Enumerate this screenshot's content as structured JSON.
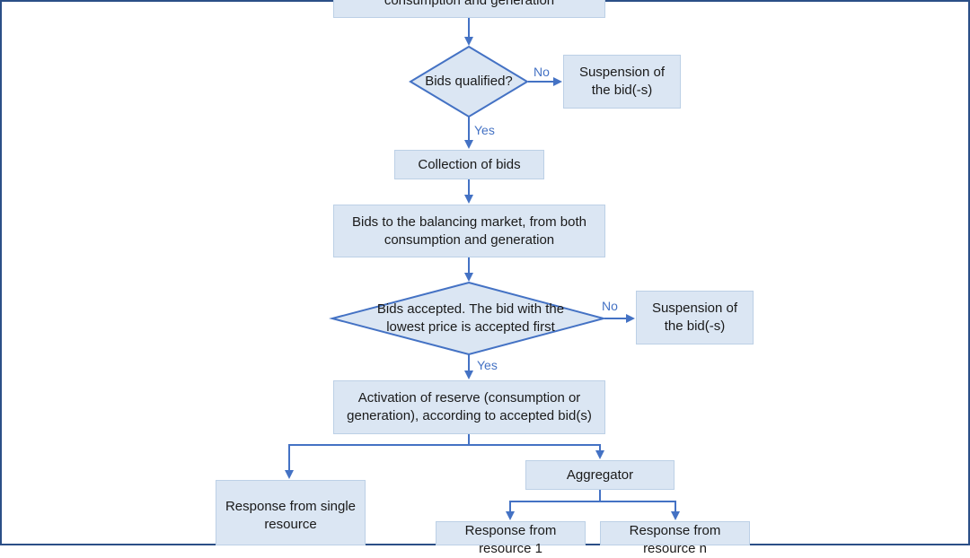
{
  "flowchart": {
    "top_box": "consumption and generation",
    "decision_qualified": "Bids qualified?",
    "no_label_1": "No",
    "suspension_1": "Suspension of the bid(-s)",
    "yes_label_1": "Yes",
    "collection": "Collection of bids",
    "bids_market": "Bids to the balancing market, from both consumption and generation",
    "decision_accepted": "Bids accepted. The bid with the lowest price is accepted first",
    "no_label_2": "No",
    "suspension_2": "Suspension of the bid(-s)",
    "yes_label_2": "Yes",
    "activation": "Activation of reserve (consumption or generation), according to accepted bid(s)",
    "aggregator": "Aggregator",
    "response_single": "Response from single resource",
    "response_1": "Response from resource 1",
    "response_n": "Response from resource n"
  },
  "colors": {
    "box_fill": "#dbe6f3",
    "line": "#4472c4",
    "frame": "#2b4f87"
  }
}
